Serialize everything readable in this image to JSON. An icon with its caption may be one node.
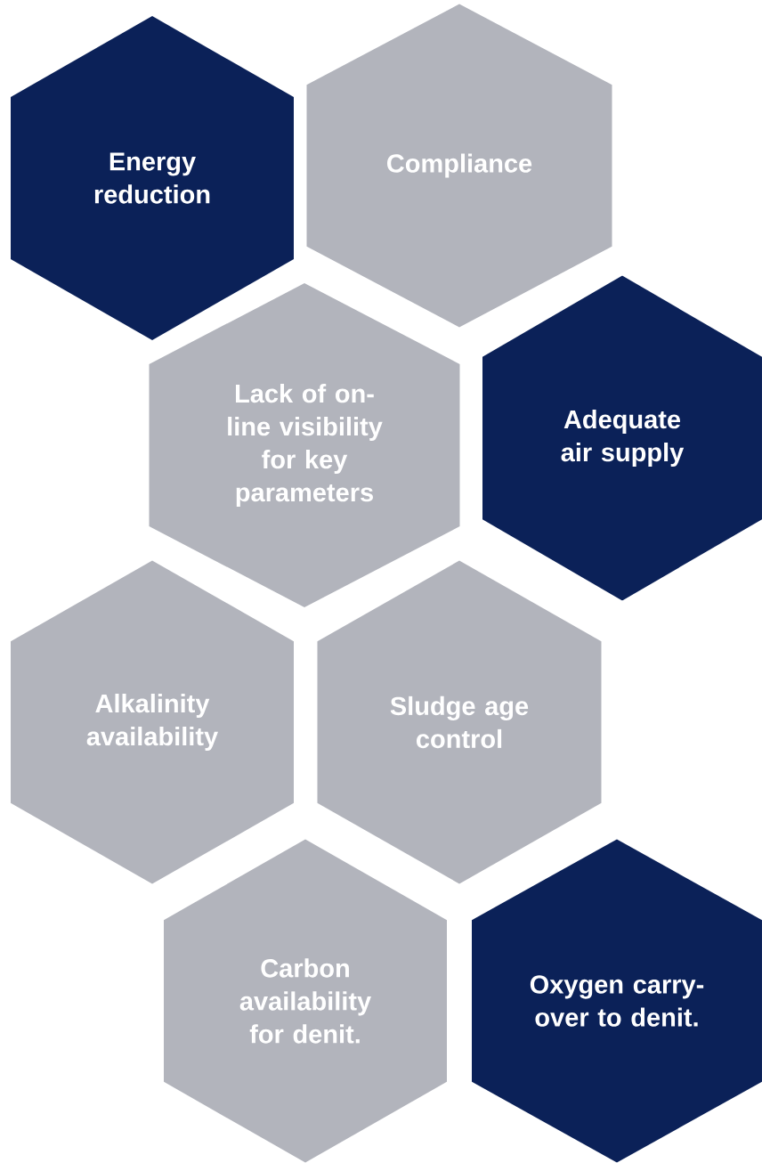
{
  "diagram": {
    "nodes": [
      {
        "text": [
          "Energy reduction"
        ]
      },
      {
        "text": [
          "Compliance"
        ]
      },
      {
        "text": [
          "Lack of on-line visibility for key parameters"
        ]
      },
      {
        "text": [
          "Adequate air supply"
        ]
      },
      {
        "text": [
          "Alkalinity availability"
        ]
      },
      {
        "text": [
          "Sludge age control"
        ]
      },
      {
        "text": [
          "Carbon availability for denit."
        ]
      },
      {
        "text": [
          "Oxygen carry-over to denit."
        ]
      }
    ]
  }
}
